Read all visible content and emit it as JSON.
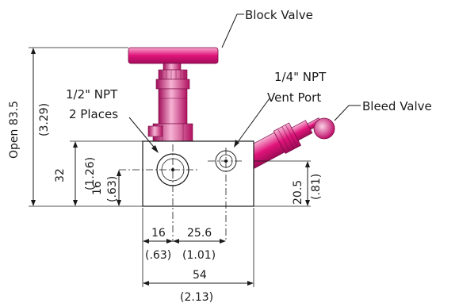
{
  "labels": {
    "block_valve": "Block Valve",
    "bleed_valve": "Bleed Valve",
    "npt_half_line1": "1/2\" NPT",
    "npt_half_line2": "2 Places",
    "npt_quarter_line1": "1/4\" NPT",
    "npt_quarter_line2": "Vent Port"
  },
  "dimensions": {
    "open_height": "Open 83.5",
    "open_height_in": "(3.29)",
    "body_height": "32",
    "body_height_in": "(1.26)",
    "port_height": "16",
    "port_height_in": "(.63)",
    "vent_height": "20.5",
    "vent_height_in": "(.81)",
    "port_x": "16",
    "port_x_in": "(.63)",
    "port_spacing": "25.6",
    "port_spacing_in": "(1.01)",
    "body_width": "54",
    "body_width_in": "(2.13)"
  },
  "colors": {
    "valve": "#e0137a",
    "valve_light": "#f27ab5",
    "valve_dark": "#9c0c55",
    "line": "#1a1a1a"
  }
}
